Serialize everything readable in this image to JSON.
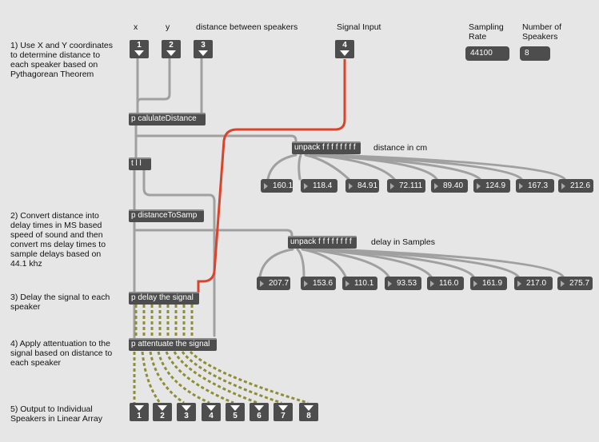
{
  "header": {
    "x_label": "x",
    "y_label": "y",
    "distance_label": "distance between speakers",
    "signal_input_label": "Signal Input",
    "sampling_rate_label": "Sampling\nRate",
    "num_speakers_label": "Number of\nSpeakers"
  },
  "controls": {
    "sampling_rate": "44100",
    "num_speakers": "8"
  },
  "inlets": [
    "1",
    "2",
    "3",
    "4"
  ],
  "steps": {
    "step1": "1) Use X and Y coordinates\nto determine distance to\neach speaker based on\nPythagorean Theorem",
    "step2": "2) Convert distance into\ndelay times in MS based\nspeed of sound and then\nconvert ms delay times to\nsample delays based on\n44.1 khz",
    "step3": "3) Delay the signal to each\nspeaker",
    "step4": "4) Apply attentuation to the\nsignal based on distance to\neach speaker",
    "step5": "5) Output to Individual\nSpeakers in Linear Array"
  },
  "objects": {
    "calculate": "p calulateDistance",
    "trigger": "t l l",
    "to_samp": "p distanceToSamp",
    "delay": "p delay the signal",
    "attenuate": "p attentuate the signal",
    "unpack1": "unpack f f f f f f f f",
    "unpack2": "unpack f f f f f f f f"
  },
  "distance_caption": "distance in cm",
  "delay_caption": "delay in Samples",
  "distances": [
    "160.1",
    "118.4",
    "84.91",
    "72.111",
    "89.40",
    "124.9",
    "167.3",
    "212.6"
  ],
  "delays": [
    "207.7",
    "153.6",
    "110.1",
    "93.53",
    "116.0",
    "161.9",
    "217.0",
    "275.7"
  ],
  "outlets": [
    "1",
    "2",
    "3",
    "4",
    "5",
    "6",
    "7",
    "8"
  ],
  "colors": {
    "object": "#4d4d4d",
    "patch_cord": "#a0a0a0",
    "signal_cord_red": "#d9442a",
    "signal_cord_dashed": "#9a9a3a",
    "background": "#e6e6e6"
  }
}
